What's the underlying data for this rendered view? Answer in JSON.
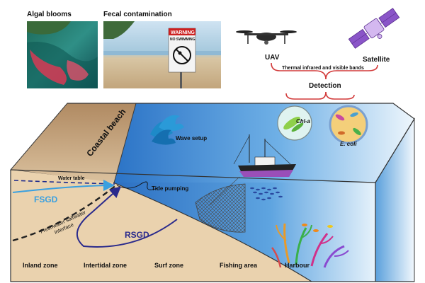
{
  "photos": {
    "algal_caption": "Algal blooms",
    "fecal_caption": "Fecal contamination",
    "sign_warning": "WARNING",
    "sign_subtitle": "NO SWIMMING"
  },
  "detection": {
    "uav_label": "UAV",
    "satellite_label": "Satellite",
    "bands_label": "Thermal infrared and visible bands",
    "detection_label": "Detection",
    "chla_label": "Chl-a",
    "ecoli_label": "E. coli"
  },
  "scene": {
    "coastal_beach": "Coastal beach",
    "wave_setup": "Wave setup",
    "tide_pumping": "Tide pumping",
    "water_table": "Water table",
    "fsgd": "FSGD",
    "interface_line1": "Freshwater saltwater",
    "interface_line2": "interface",
    "rsgd": "RSGD"
  },
  "zones": [
    "Inland zone",
    "Intertidal zone",
    "Surf zone",
    "Fishing area",
    "Harbour"
  ],
  "colors": {
    "fsgd": "#3aa0e0",
    "rsgd": "#2a2a8c",
    "detection_bracket": "#d23a3a",
    "sea": "#2f7fd0",
    "beach": "#c9a57c"
  }
}
